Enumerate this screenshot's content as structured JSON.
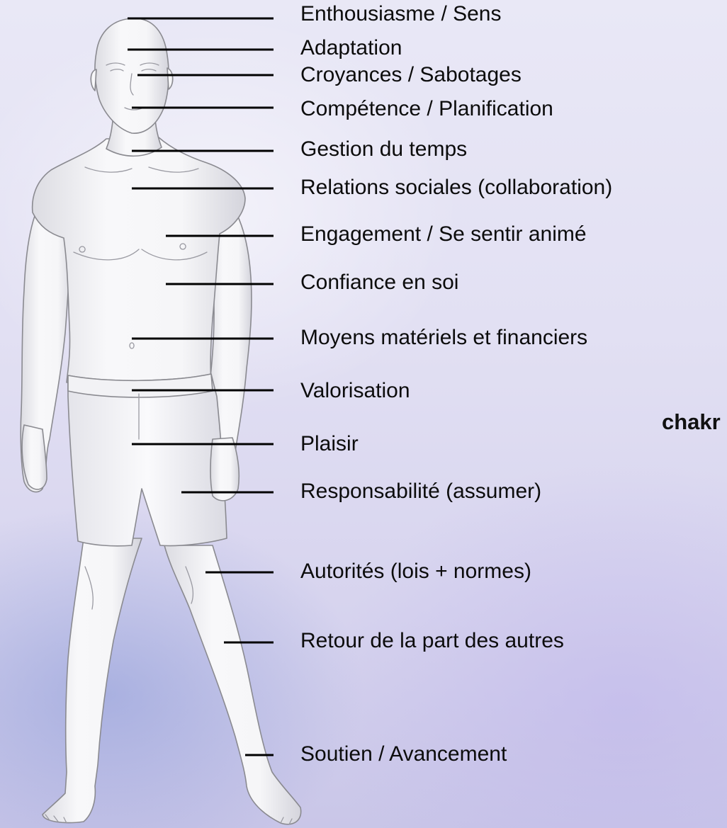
{
  "labels": [
    {
      "id": "enthousiasme",
      "text": "Enthousiasme / Sens"
    },
    {
      "id": "adaptation",
      "text": "Adaptation"
    },
    {
      "id": "croyances",
      "text": "Croyances / Sabotages"
    },
    {
      "id": "competence",
      "text": "Compétence / Planification"
    },
    {
      "id": "gestion-temps",
      "text": "Gestion du temps"
    },
    {
      "id": "relations",
      "text": "Relations sociales (collaboration)"
    },
    {
      "id": "engagement",
      "text": "Engagement / Se sentir animé"
    },
    {
      "id": "confiance",
      "text": "Confiance en soi"
    },
    {
      "id": "moyens",
      "text": "Moyens matériels et financiers"
    },
    {
      "id": "valorisation",
      "text": "Valorisation"
    },
    {
      "id": "plaisir",
      "text": "Plaisir"
    },
    {
      "id": "responsabilite",
      "text": "Responsabilité (assumer)"
    },
    {
      "id": "autorites",
      "text": "Autorités (lois + normes)"
    },
    {
      "id": "retour",
      "text": "Retour de la part des autres"
    },
    {
      "id": "soutien",
      "text": "Soutien / Avancement"
    }
  ],
  "side_text": "chakr",
  "colors": {
    "text": "#0c0c0c",
    "leader_line": "#000000",
    "body_fill": "#f4f4f6",
    "body_outline": "#8a8a90"
  }
}
